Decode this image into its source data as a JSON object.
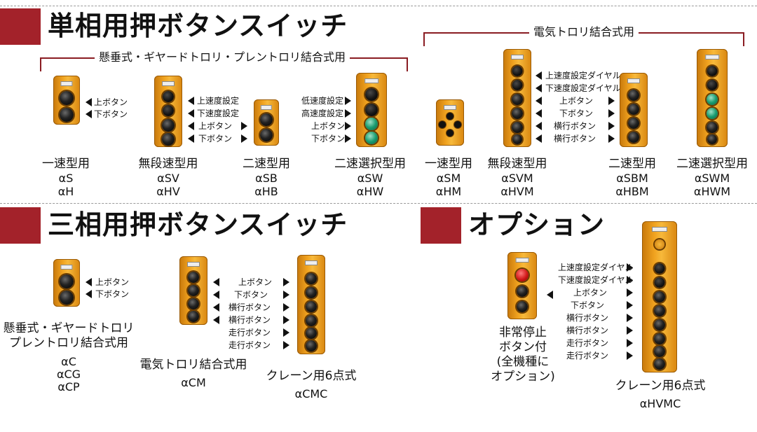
{
  "single_phase": {
    "title": "単相用押ボタンスイッチ",
    "group_left_label": "懸垂式・ギヤードトロリ・プレントロリ結合式用",
    "group_right_label": "電気トロリ結合式用",
    "left": [
      {
        "caption": "一速型用",
        "models": [
          "αS",
          "αH"
        ],
        "labels": [
          "上ボタン",
          "下ボタン"
        ]
      },
      {
        "caption": "無段速型用",
        "models": [
          "αSV",
          "αHV"
        ],
        "labels": [
          "上速度設定",
          "下速度設定",
          "上ボタン",
          "下ボタン"
        ]
      },
      {
        "caption": "二速型用",
        "models": [
          "αSB",
          "αHB"
        ]
      },
      {
        "caption": "二速選択型用",
        "models": [
          "αSW",
          "αHW"
        ],
        "labels": [
          "低速度設定",
          "高速度設定",
          "上ボタン",
          "下ボタン"
        ]
      }
    ],
    "right": [
      {
        "caption": "一速型用",
        "models": [
          "αSM",
          "αHM"
        ]
      },
      {
        "caption": "無段速型用",
        "models": [
          "αSVM",
          "αHVM"
        ],
        "labels": [
          "上速度設定ダイヤル",
          "下速度設定ダイヤル",
          "上ボタン",
          "下ボタン",
          "横行ボタン",
          "横行ボタン"
        ]
      },
      {
        "caption": "二速型用",
        "models": [
          "αSBM",
          "αHBM"
        ]
      },
      {
        "caption": "二速選択型用",
        "models": [
          "αSWM",
          "αHWM"
        ]
      }
    ]
  },
  "three_phase": {
    "title": "三相用押ボタンスイッチ",
    "items": [
      {
        "caption_lines": [
          "懸垂式・ギヤードトロリ",
          "プレントロリ結合式用"
        ],
        "models": [
          "αC",
          "αCG",
          "αCP"
        ],
        "labels": [
          "上ボタン",
          "下ボタン"
        ]
      },
      {
        "caption": "電気トロリ結合式用",
        "models": [
          "αCM"
        ],
        "labels": [
          "上ボタン",
          "下ボタン",
          "横行ボタン",
          "横行ボタン",
          "走行ボタン",
          "走行ボタン"
        ]
      },
      {
        "caption": "クレーン用6点式",
        "models": [
          "αCMC"
        ]
      }
    ]
  },
  "option": {
    "title": "オプション",
    "estop_lines": [
      "非常停止",
      "ボタン付",
      "(全機種に",
      "オプション)"
    ],
    "crane_caption": "クレーン用6点式",
    "crane_model": "αHVMC",
    "labels": [
      "上速度設定ダイヤル",
      "下速度設定ダイヤル",
      "上ボタン",
      "下ボタン",
      "横行ボタン",
      "横行ボタン",
      "走行ボタン",
      "走行ボタン"
    ]
  },
  "colors": {
    "accent": "#a3222a",
    "pendant": "#f0a21f",
    "green_button": "#1a9c70",
    "red_button": "#d01818"
  }
}
